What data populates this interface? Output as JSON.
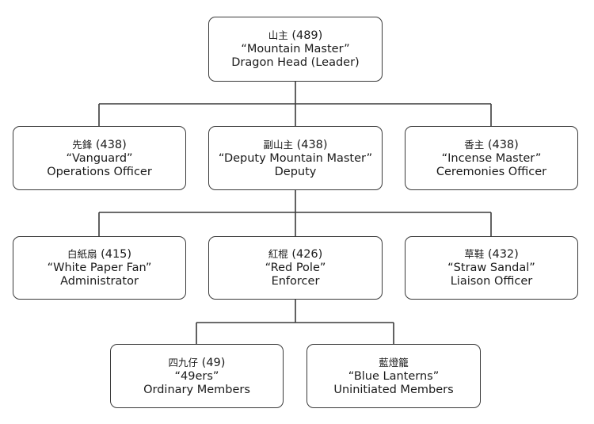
{
  "nodes": [
    {
      "id": "mountain-master",
      "hanzi": "山主",
      "rank": "(489)",
      "title": "“Mountain Master”",
      "role": "Dragon Head (Leader)"
    },
    {
      "id": "vanguard",
      "hanzi": "先鋒",
      "rank": "(438)",
      "title": "“Vanguard”",
      "role": "Operations Officer"
    },
    {
      "id": "deputy",
      "hanzi": "副山主",
      "rank": "(438)",
      "title": "“Deputy Mountain Master”",
      "role": "Deputy"
    },
    {
      "id": "incense",
      "hanzi": "香主",
      "rank": "(438)",
      "title": "“Incense Master”",
      "role": "Ceremonies Officer"
    },
    {
      "id": "white-paper-fan",
      "hanzi": "白紙扇",
      "rank": "(415)",
      "title": "“White Paper Fan”",
      "role": "Administrator"
    },
    {
      "id": "red-pole",
      "hanzi": "紅棍",
      "rank": "(426)",
      "title": "“Red Pole”",
      "role": "Enforcer"
    },
    {
      "id": "straw-sandal",
      "hanzi": "草鞋",
      "rank": "(432)",
      "title": "“Straw Sandal”",
      "role": "Liaison Officer"
    },
    {
      "id": "49ers",
      "hanzi": "四九仔",
      "rank": "(49)",
      "title": "“49ers”",
      "role": "Ordinary Members"
    },
    {
      "id": "blue-lanterns",
      "hanzi": "藍燈籠",
      "rank": "",
      "title": "“Blue Lanterns”",
      "role": "Uninitiated Members"
    }
  ],
  "edges": [
    {
      "from": "mountain-master",
      "to": "vanguard"
    },
    {
      "from": "mountain-master",
      "to": "deputy"
    },
    {
      "from": "mountain-master",
      "to": "incense"
    },
    {
      "from": "deputy",
      "to": "white-paper-fan"
    },
    {
      "from": "deputy",
      "to": "red-pole"
    },
    {
      "from": "deputy",
      "to": "straw-sandal"
    },
    {
      "from": "red-pole",
      "to": "49ers"
    },
    {
      "from": "red-pole",
      "to": "blue-lanterns"
    }
  ]
}
